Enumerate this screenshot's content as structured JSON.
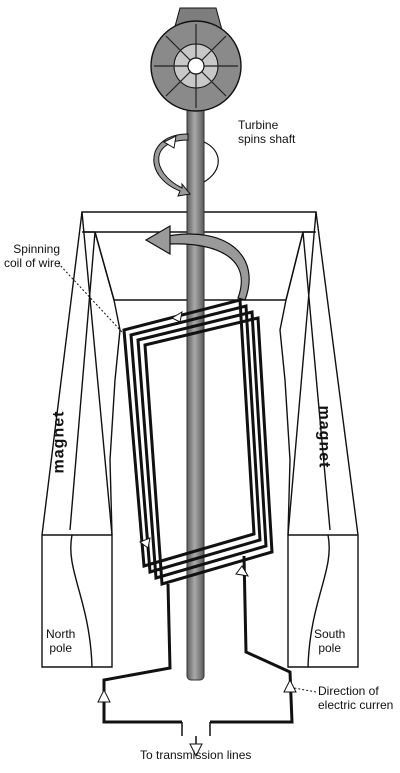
{
  "labels": {
    "turbine_line1": "Turbine",
    "turbine_line2": "spins shaft",
    "coil_line1": "Spinning",
    "coil_line2": "coil of wire",
    "magnet_left": "magnet",
    "magnet_right": "magnet",
    "north_line1": "North",
    "north_line2": "pole",
    "south_line1": "South",
    "south_line2": "pole",
    "current_line1": "Direction of",
    "current_line2": "electric curren",
    "transmission": "To transmission lines"
  },
  "colors": {
    "line": "#111111",
    "shaft": "#7a7a7a",
    "turbine": "#8a8a8a",
    "turbine_hub": "#c8c8c8",
    "arrow_fill": "#9a9a9a"
  }
}
